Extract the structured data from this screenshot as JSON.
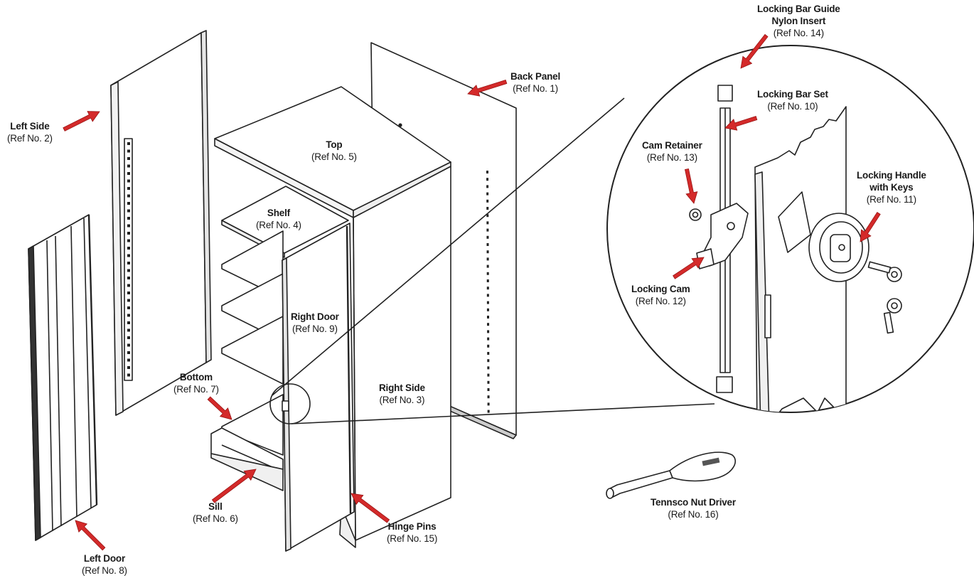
{
  "colors": {
    "arrow": "#d42a2a",
    "line": "#222222",
    "panel": "#ffffff",
    "shade": "#ececec"
  },
  "labels": {
    "back_panel": {
      "name": "Back Panel",
      "ref": "(Ref No. 1)"
    },
    "left_side": {
      "name": "Left Side",
      "ref": "(Ref No. 2)"
    },
    "right_side": {
      "name": "Right Side",
      "ref": "(Ref No. 3)"
    },
    "shelf": {
      "name": "Shelf",
      "ref": "(Ref No. 4)"
    },
    "top": {
      "name": "Top",
      "ref": "(Ref No. 5)"
    },
    "sill": {
      "name": "Sill",
      "ref": "(Ref No. 6)"
    },
    "bottom": {
      "name": "Bottom",
      "ref": "(Ref No. 7)"
    },
    "left_door": {
      "name": "Left Door",
      "ref": "(Ref No. 8)"
    },
    "right_door": {
      "name": "Right Door",
      "ref": "(Ref No. 9)"
    },
    "locking_bar_set": {
      "name": "Locking Bar Set",
      "ref": "(Ref No. 10)"
    },
    "locking_handle": {
      "name": "Locking Handle",
      "name2": "with Keys",
      "ref": "(Ref No. 11)"
    },
    "locking_cam": {
      "name": "Locking Cam",
      "ref": "(Ref No. 12)"
    },
    "cam_retainer": {
      "name": "Cam Retainer",
      "ref": "(Ref No. 13)"
    },
    "locking_bar_guide": {
      "name": "Locking Bar Guide",
      "name2": "Nylon Insert",
      "ref": "(Ref No. 14)"
    },
    "hinge_pins": {
      "name": "Hinge Pins",
      "ref": "(Ref No. 15)"
    },
    "nut_driver": {
      "name": "Tennsco Nut Driver",
      "ref": "(Ref No. 16)"
    }
  }
}
